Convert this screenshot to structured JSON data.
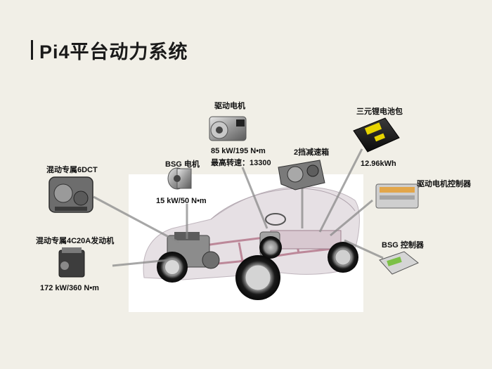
{
  "title": "Pi4平台动力系统",
  "components": {
    "dct": {
      "name": "混动专属6DCT"
    },
    "engine": {
      "name": "混动专属4C20A发动机",
      "spec": "172 kW/360 N•m"
    },
    "bsg_motor": {
      "name": "BSG 电机",
      "spec": "15 kW/50 N•m"
    },
    "drive_motor": {
      "name": "驱动电机",
      "spec1": "85 kW/195 N•m",
      "spec2": "最高转速：13300"
    },
    "reducer": {
      "name": "2挡减速箱"
    },
    "battery": {
      "name": "三元锂电池包",
      "spec": "12.96kWh"
    },
    "motor_controller": {
      "name": "驱动电机控制器"
    },
    "bsg_controller": {
      "name": "BSG 控制器"
    }
  }
}
